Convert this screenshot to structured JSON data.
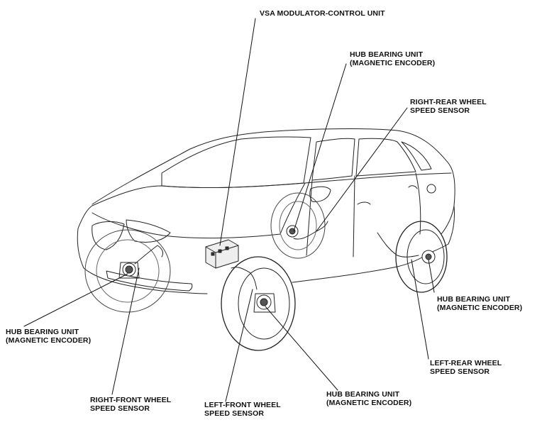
{
  "labels": {
    "vsa": {
      "line1": "VSA MODULATOR-CONTROL UNIT"
    },
    "hub_rr": {
      "line1": "HUB BEARING UNIT",
      "line2": "(MAGNETIC ENCODER)"
    },
    "sensor_rr": {
      "line1": "RIGHT-REAR WHEEL",
      "line2": "SPEED SENSOR"
    },
    "hub_lr": {
      "line1": "HUB BEARING UNIT",
      "line2": "(MAGNETIC ENCODER)"
    },
    "sensor_lr": {
      "line1": "LEFT-REAR WHEEL",
      "line2": "SPEED SENSOR"
    },
    "hub_rf": {
      "line1": "HUB BEARING UNIT",
      "line2": "(MAGNETIC ENCODER)"
    },
    "sensor_rf": {
      "line1": "RIGHT-FRONT WHEEL",
      "line2": "SPEED SENSOR"
    },
    "sensor_lf": {
      "line1": "LEFT-FRONT WHEEL",
      "line2": "SPEED SENSOR"
    },
    "hub_lf": {
      "line1": "HUB BEARING UNIT",
      "line2": "(MAGNETIC ENCODER)"
    }
  },
  "colors": {
    "ink": "#111111",
    "faint": "#444444",
    "background": "#ffffff"
  }
}
